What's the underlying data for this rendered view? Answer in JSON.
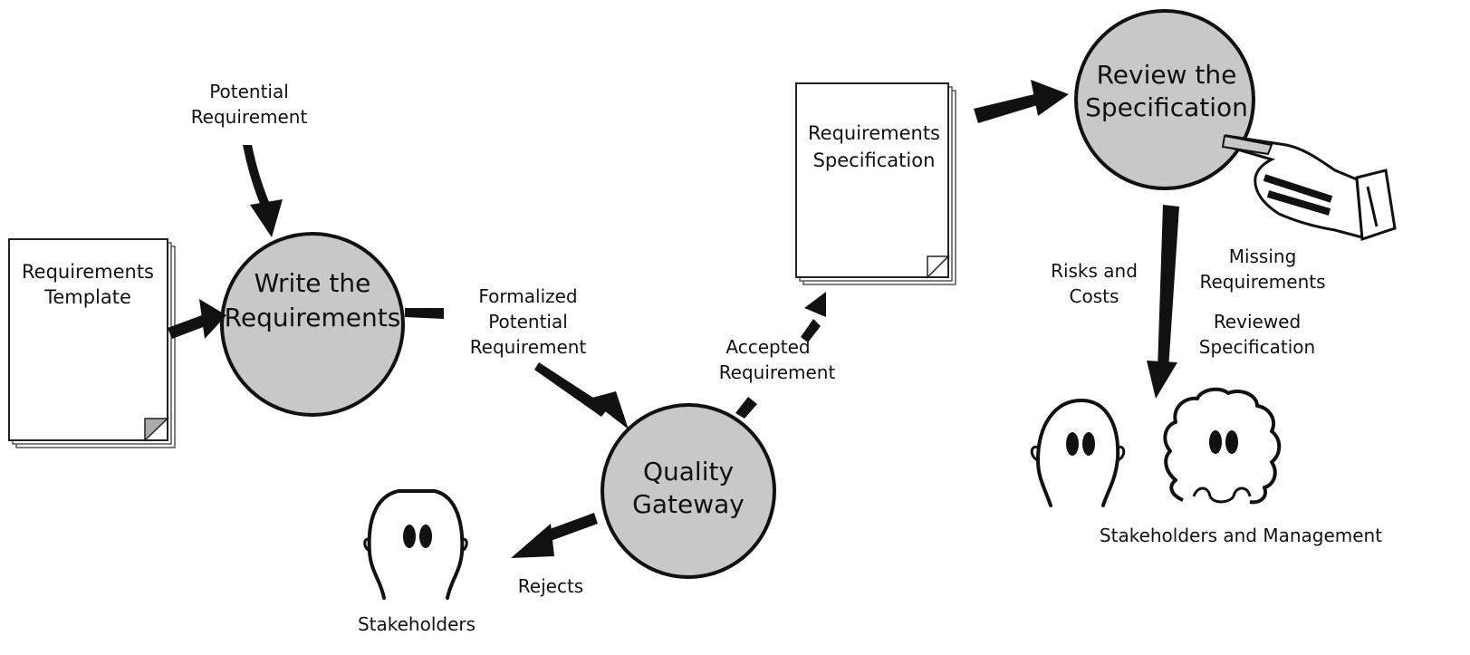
{
  "processes": {
    "write": {
      "label_line1": "Write the",
      "label_line2": "Requirements"
    },
    "quality": {
      "label_line1": "Quality",
      "label_line2": "Gateway"
    },
    "review": {
      "label_line1": "Review the",
      "label_line2": "Specification"
    }
  },
  "documents": {
    "template": {
      "line1": "Requirements",
      "line2": "Template"
    },
    "specification": {
      "line1": "Requirements",
      "line2": "Specification"
    }
  },
  "flows": {
    "potential": {
      "line1": "Potential",
      "line2": "Requirement"
    },
    "formalized": {
      "line1": "Formalized",
      "line2": "Potential",
      "line3": "Requirement"
    },
    "accepted": {
      "line1": "Accepted",
      "line2": "Requirement"
    },
    "rejects": {
      "line1": "Rejects"
    },
    "risks": {
      "line1": "Risks and",
      "line2": "Costs"
    },
    "missing": {
      "line1": "Missing",
      "line2": "Requirements"
    },
    "reviewed": {
      "line1": "Reviewed",
      "line2": "Specification"
    }
  },
  "actors": {
    "stakeholders": {
      "label": "Stakeholders"
    },
    "management": {
      "label": "Stakeholders and Management"
    }
  },
  "colors": {
    "process_fill": "#c8c8c8",
    "ink": "#111111",
    "paper": "#ffffff"
  }
}
